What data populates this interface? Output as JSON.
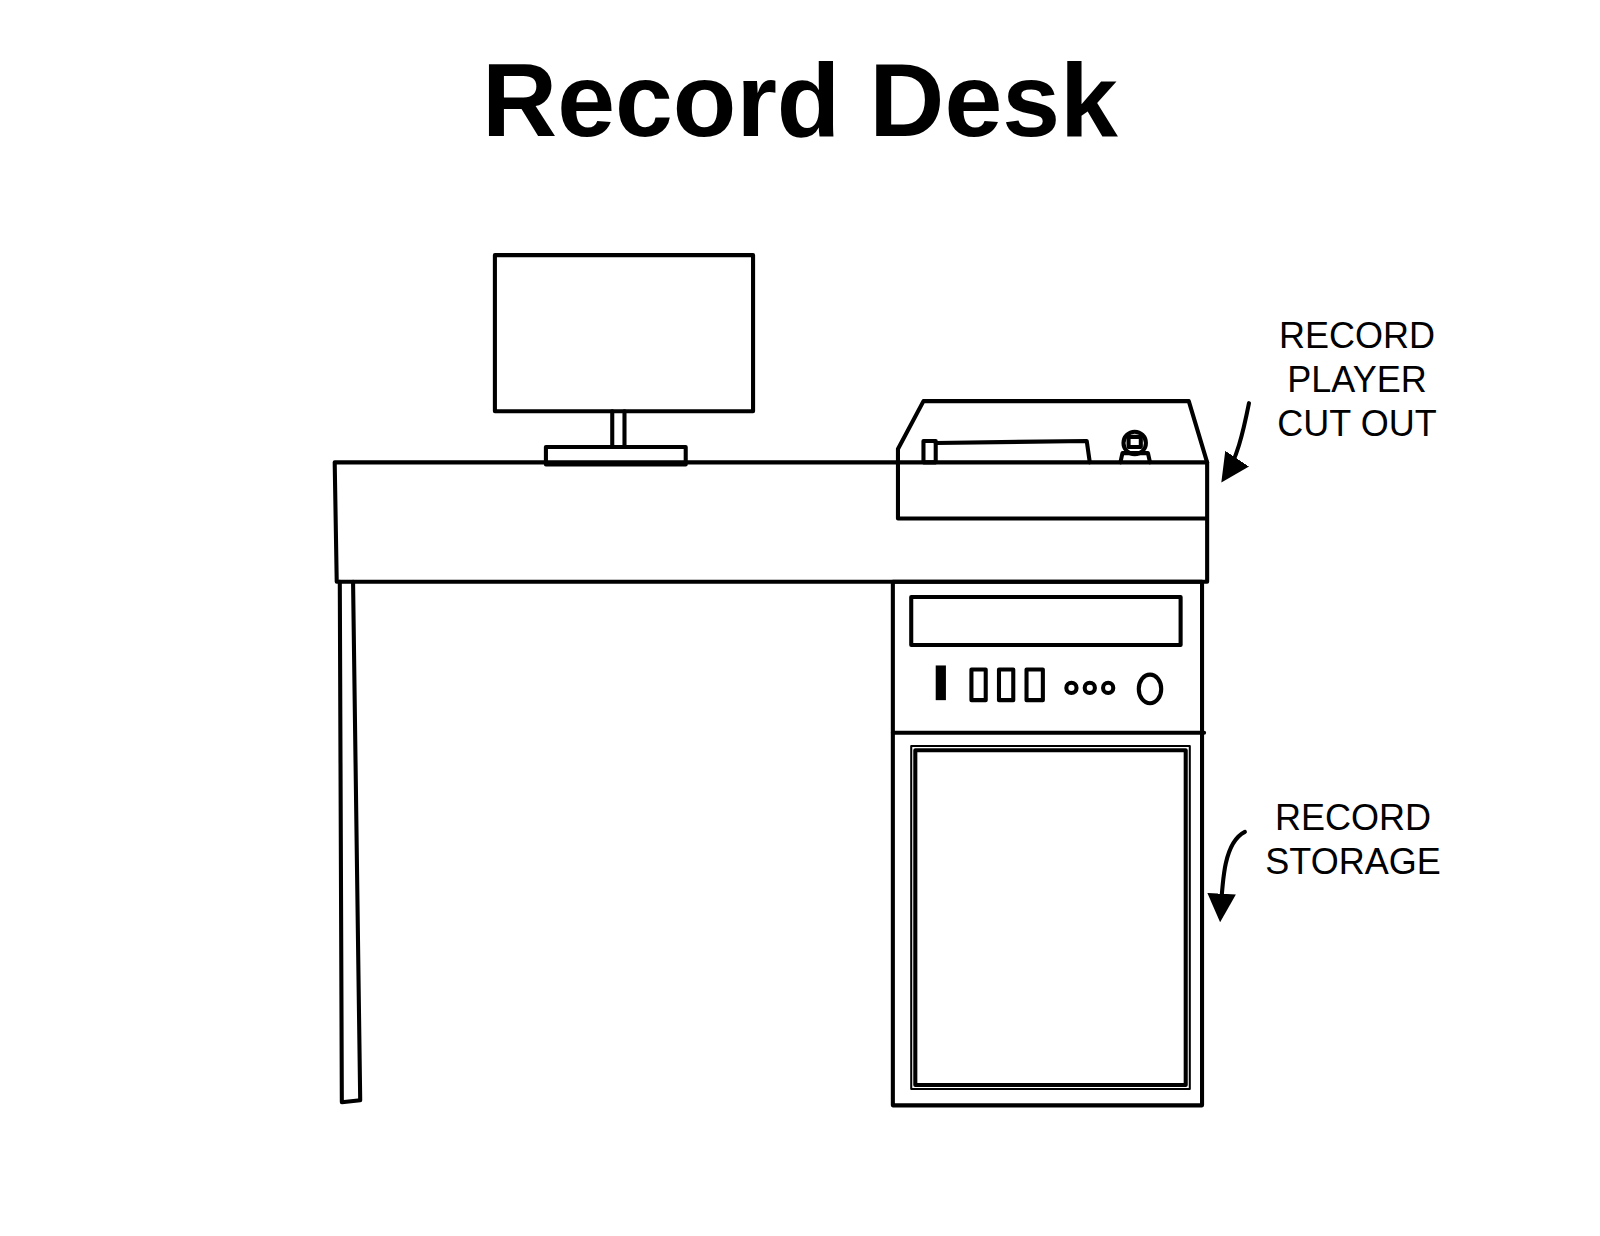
{
  "diagram": {
    "title": "Record Desk",
    "labels": [
      "RECORD PLAYER CUT OUT",
      "RECORD STORAGE"
    ]
  }
}
